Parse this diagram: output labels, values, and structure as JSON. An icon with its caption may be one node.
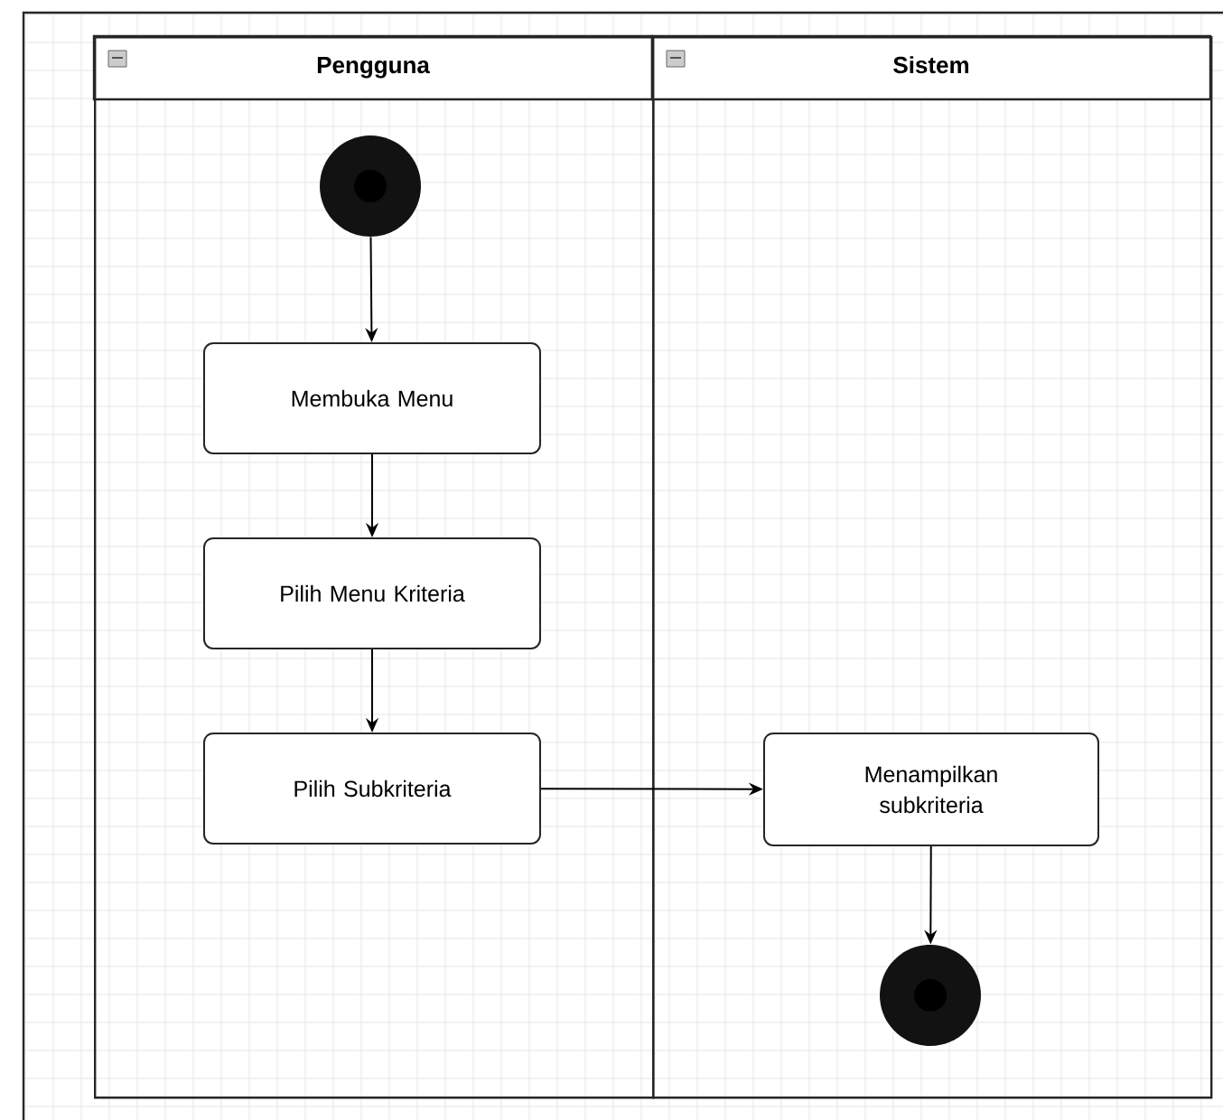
{
  "diagram": {
    "nodes": [
      {
        "text": [
          "Pengguna"
        ]
      },
      {
        "text": [
          "Sistem"
        ]
      },
      {
        "text": [],
        "shape": "circle",
        "in": 0
      },
      {
        "text": [
          "Membuka Menu"
        ],
        "in": 0
      },
      {
        "text": [
          "Pilih Menu Kriteria"
        ],
        "in": 0
      },
      {
        "text": [
          "Pilih Subkriteria"
        ],
        "in": 0
      },
      {
        "text": [
          "Menampilkan subkriteria"
        ],
        "in": 1
      },
      {
        "text": [],
        "shape": "circle",
        "in": 1
      }
    ],
    "edges": [
      {
        "from": 2,
        "to": 3,
        "arrow": "to"
      },
      {
        "from": 3,
        "to": 4,
        "arrow": "to"
      },
      {
        "from": 4,
        "to": 5,
        "arrow": "to"
      },
      {
        "from": 5,
        "to": 6,
        "arrow": "to"
      },
      {
        "from": 6,
        "to": 7,
        "arrow": "to"
      }
    ]
  }
}
